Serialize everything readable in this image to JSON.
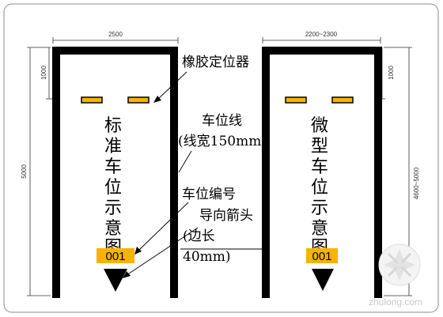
{
  "colors": {
    "background": "#ffffff",
    "frame_border": "#8a8a8a",
    "stall_line": "#000000",
    "stopper_fill": "#f5b400",
    "number_plate_fill": "#f5b400",
    "watermark": "#c9c9c9"
  },
  "left_stall": {
    "width_dim": "2500",
    "top_dim": "1000",
    "length_dim": "5000",
    "title_chars": [
      "标",
      "准",
      "车",
      "位",
      "示",
      "意",
      "图"
    ],
    "number": "001"
  },
  "right_stall": {
    "width_dim": "2200~2300",
    "top_dim": "1000",
    "length_dim": "4600~5000",
    "title_chars": [
      "微",
      "型",
      "车",
      "位",
      "示",
      "意",
      "图"
    ],
    "number": "001"
  },
  "annotations": {
    "stopper": "橡胶定位器",
    "stall_line_1": "车位线",
    "stall_line_2": "(线宽150mm)",
    "number": "车位编号",
    "arrow_1": "导向箭头",
    "arrow_2": "(边长",
    "arrow_3": "40mm)"
  },
  "watermark": {
    "text": "zhulong.com",
    "icon": "zhulong-logo-icon"
  }
}
